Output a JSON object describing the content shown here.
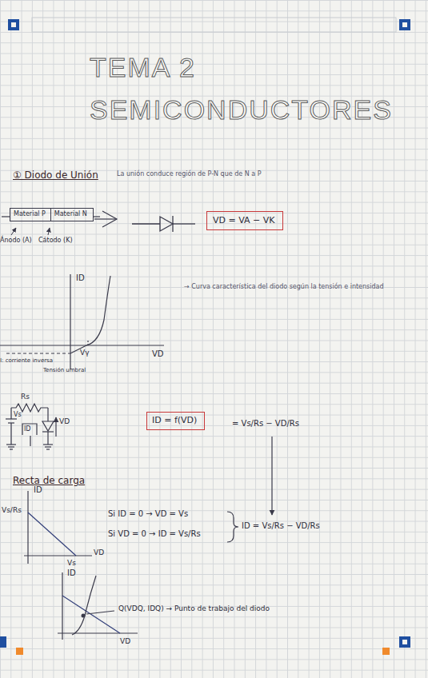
{
  "diagram": {
    "title": "TEMA 2 SEMICONDUCTORES",
    "nodes": [
      {
        "text": [
          "Material P"
        ]
      },
      {
        "text": [
          "Material N"
        ]
      },
      {
        "text": [
          "VD = VA − VK"
        ]
      },
      {
        "text": [
          "ID = f(VD)"
        ]
      }
    ],
    "labels": [
      "① Diodo de Unión",
      "La unión conduce región de P-N que de N a P",
      "Ánodo (A)",
      "Cátodo (K)",
      "ID",
      "VD",
      "Vγ",
      "I: corriente inversa",
      "Tensión umbral",
      "→ Curva característica del diodo según la tensión e intensidad",
      "Rs",
      "Vs",
      "ID",
      "VD",
      "= Vs/Rs − VD/Rs",
      "Recta de carga",
      "ID",
      "Vs/Rs",
      "Vs",
      "VD",
      "Si ID = 0 → VD = Vs",
      "Si VD = 0 → ID = Vs/Rs",
      "ID = Vs/Rs − VD/Rs",
      "ID",
      "VD",
      "Q(VDQ, IDQ) → Punto de trabajo del diodo"
    ]
  }
}
